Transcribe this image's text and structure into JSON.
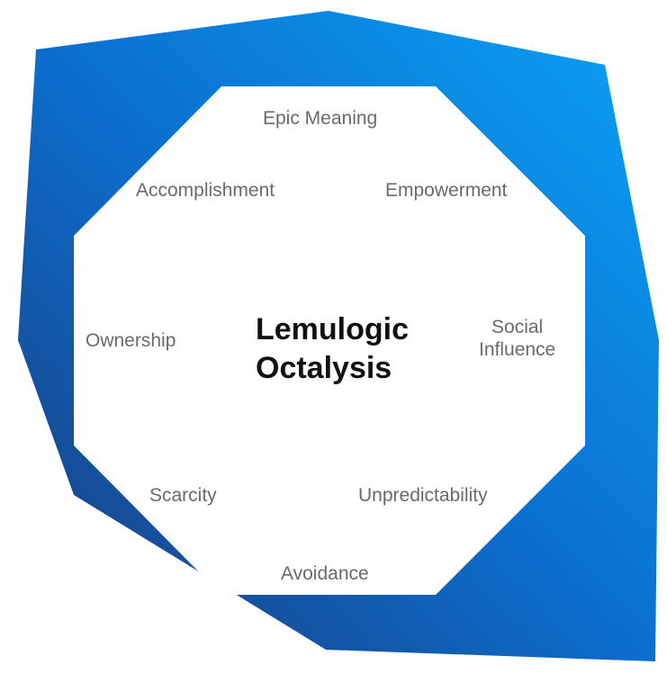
{
  "diagram": {
    "title_line1": "Lemulogic",
    "title_line2": "Octalysis",
    "drives": {
      "epic_meaning": "Epic Meaning",
      "empowerment": "Empowerment",
      "social_influence_line1": "Social",
      "social_influence_line2": "Influence",
      "unpredictability": "Unpredictability",
      "avoidance": "Avoidance",
      "scarcity": "Scarcity",
      "ownership": "Ownership",
      "accomplishment": "Accomplishment"
    },
    "colors": {
      "gradient_light": "#0aa3f5",
      "gradient_dark": "#1c3a78",
      "octagon_fill": "#ffffff",
      "label_text": "#6a6a6a",
      "title_text": "#111111"
    }
  }
}
